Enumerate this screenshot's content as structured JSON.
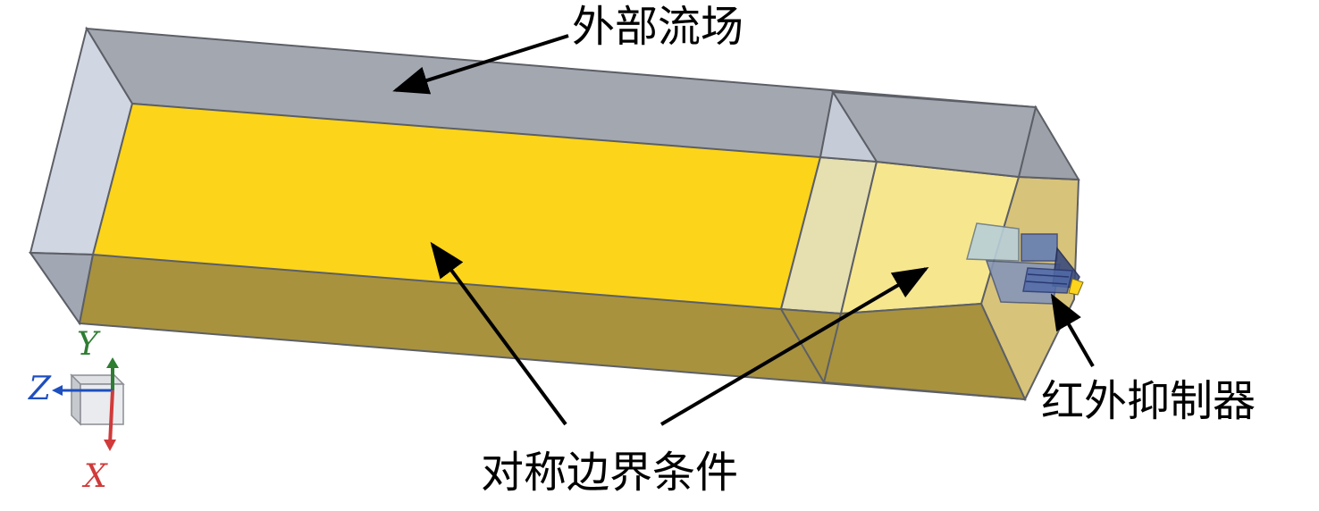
{
  "labels": {
    "outer_flow_field": "外部流场",
    "symmetry_boundary": "对称边界条件",
    "ir_suppressor": "红外抑制器"
  },
  "axes": {
    "x": "X",
    "y": "Y",
    "z": "Z"
  },
  "colors": {
    "domain_top": "#a3a7b0",
    "domain_end": "#d0d6e2",
    "domain_side": "#a8923e",
    "symmetry_face": "#fcd41a",
    "symmetry_face_light": "#f6e68e",
    "edge": "#5c5f66",
    "axis_x": "#d03a3a",
    "axis_y": "#2e7d32",
    "axis_z": "#1e4fbf"
  }
}
